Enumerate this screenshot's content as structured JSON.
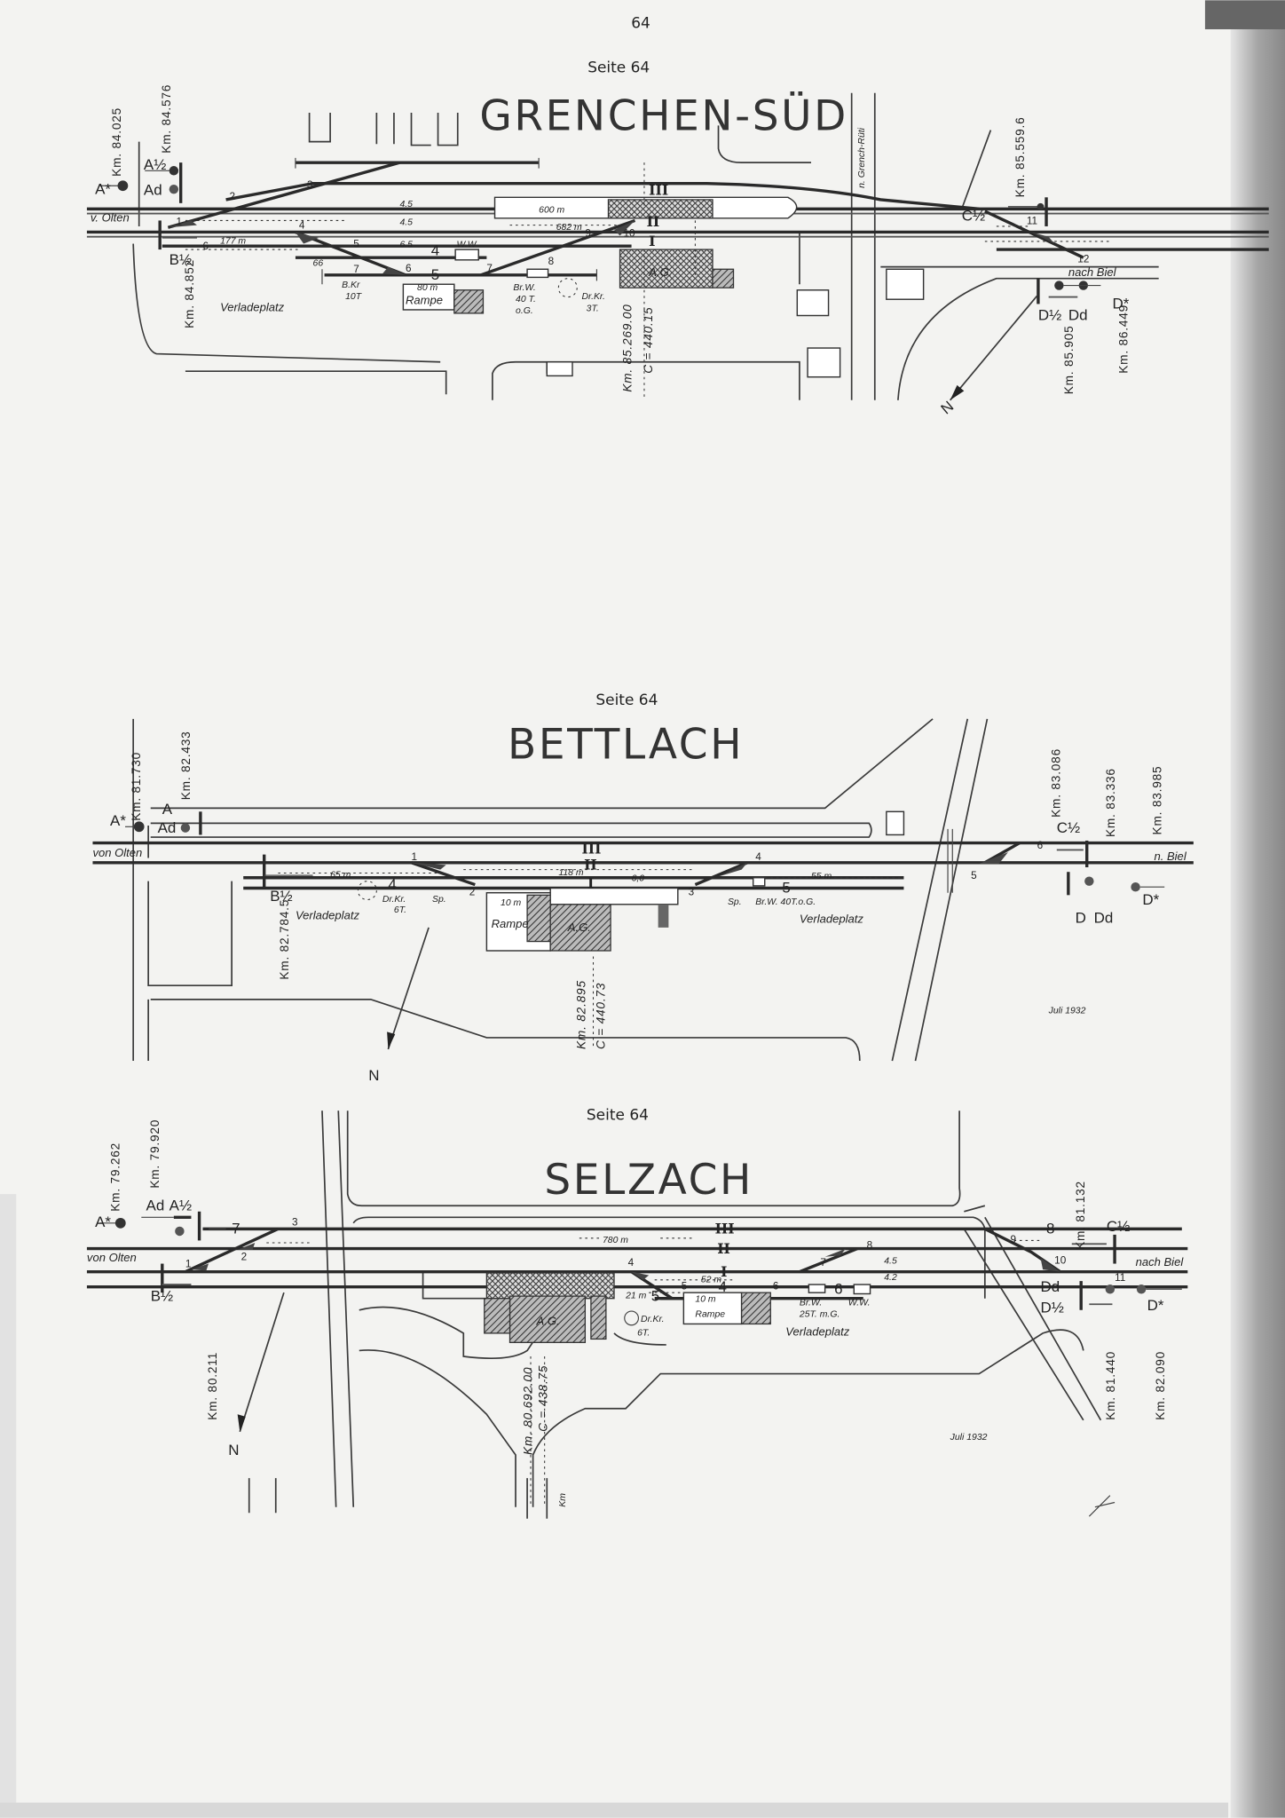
{
  "page_number": "64",
  "colors": {
    "paper": "#f3f3f1",
    "ink": "#2a2a2a",
    "binding_shadow": "#9a9a9a"
  },
  "stations": {
    "grenchen": {
      "seite": "Seite 64",
      "title": "GRENCHEN-SÜD",
      "km": [
        "Km. 84.025",
        "Km. 84.576",
        "Km. 84.852",
        "Km. 85.269.00",
        "C = 440.15",
        "Km. 85.559.6",
        "Km. 85.905",
        "Km. 86.449"
      ],
      "signals": [
        "A*",
        "A½",
        "Ad",
        "B½",
        "C½",
        "D½",
        "Dd",
        "D*"
      ],
      "directions": [
        "v. Olten",
        "nach Biel"
      ],
      "tracks": [
        "III",
        "II",
        "I"
      ],
      "lengths": [
        "600 m",
        "682 m",
        "177 m",
        "66",
        "80 m",
        "4.5",
        "4.5",
        "6.5"
      ],
      "switches": [
        "1",
        "2",
        "3",
        "4",
        "5",
        "6",
        "7",
        "8",
        "9",
        "10",
        "11",
        "12",
        "4",
        "5",
        "6",
        "7"
      ],
      "labels": {
        "verladeplatz": "Verladeplatz",
        "rampe": "Rampe",
        "ag": "A.G.",
        "bkr1": "B.Kr",
        "bkr2": "10T",
        "brw1": "Br.W.",
        "brw2": "40 T.",
        "brw3": "o.G.",
        "drkr1": "Dr.Kr.",
        "drkr2": "3T.",
        "ww": "W.W",
        "road": "n. Grench-Rüti",
        "north": "N"
      }
    },
    "bettlach": {
      "seite": "Seite 64",
      "title": "BETTLACH",
      "km": [
        "Km. 81.730",
        "Km. 82.433",
        "Km. 82.784.5",
        "Km. 82.895",
        "C = 440.73",
        "Km. 83.086",
        "Km. 83.336",
        "Km. 83.985"
      ],
      "signals": [
        "A*",
        "A",
        "Ad",
        "B½",
        "C½",
        "D",
        "Dd",
        "D*"
      ],
      "directions": [
        "von Olten",
        "n. Biel"
      ],
      "tracks": [
        "III",
        "II",
        "I"
      ],
      "lengths": [
        "65 m",
        "118 m",
        "6,0",
        "55 m",
        "10 m"
      ],
      "switches": [
        "1",
        "2",
        "3",
        "4",
        "5",
        "6",
        "4",
        "5"
      ],
      "labels": {
        "verladeplatz_left": "Verladeplatz",
        "verladeplatz_right": "Verladeplatz",
        "drkr1": "Dr.Kr.",
        "drkr2": "6T.",
        "sp_left": "Sp.",
        "sp_right": "Sp.",
        "brw": "Br.W. 40T.o.G.",
        "rampe": "Rampe",
        "ag": "A.G.",
        "north": "N"
      },
      "date": "Juli 1932"
    },
    "selzach": {
      "seite": "Seite 64",
      "title": "SELZACH",
      "km": [
        "Km. 79.262",
        "Km. 79.920",
        "Km. 80.211",
        "Km. 80.692.00",
        "C = 438.75",
        "Km. 81.132",
        "Km. 81.440",
        "Km. 82.090"
      ],
      "signals": [
        "A*",
        "Ad",
        "A½",
        "B½",
        "C½",
        "Dd",
        "D½",
        "D*"
      ],
      "directions": [
        "von Olten",
        "nach Biel"
      ],
      "tracks": [
        "III",
        "II",
        "I"
      ],
      "lengths": [
        "780 m",
        "52 m",
        "21 m",
        "10 m",
        "4.5",
        "4.2"
      ],
      "switches": [
        "1",
        "2",
        "3",
        "4",
        "5",
        "6",
        "7",
        "8",
        "9",
        "10",
        "11",
        "7",
        "8",
        "4",
        "5",
        "6"
      ],
      "labels": {
        "drkr1": "Dr.Kr.",
        "drkr2": "6T.",
        "rampe": "Rampe",
        "brw1": "Br.W.",
        "brw2": "25T. m.G.",
        "ww": "W.W.",
        "verladeplatz": "Verladeplatz",
        "ag": "A.G.",
        "north": "N"
      },
      "date": "Juli 1932"
    }
  },
  "footer_fragment": "Km"
}
